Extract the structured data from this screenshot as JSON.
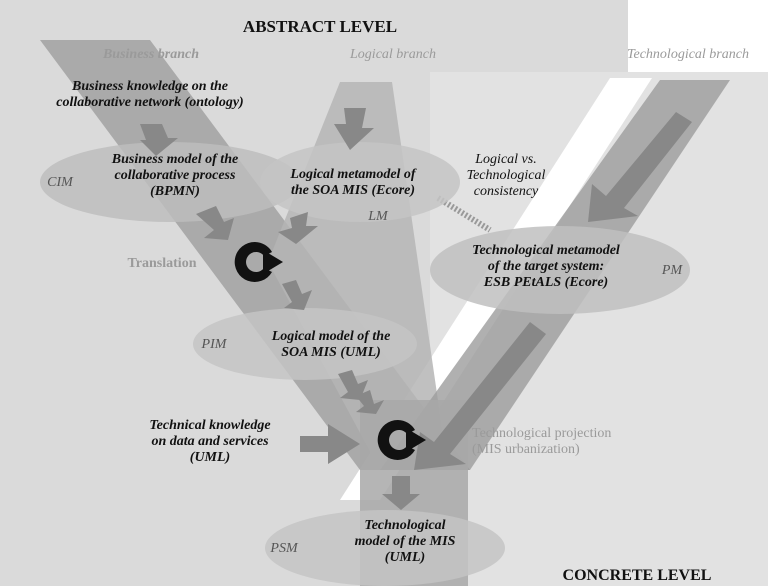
{
  "levels": {
    "abstract": "ABSTRACT LEVEL",
    "concrete": "CONCRETE LEVEL"
  },
  "branches": {
    "business": "Business branch",
    "logical": "Logical branch",
    "technological": "Technological branch"
  },
  "nodes": {
    "business_knowledge": "Business knowledge on the\ncollaborative network (ontology)",
    "business_model": "Business model of the\ncollaborative process\n(BPMN)",
    "logical_metamodel": "Logical metamodel of\nthe SOA MIS (Ecore)",
    "consistency": "Logical vs.\nTechnological\nconsistency",
    "technological_metamodel": "Technological metamodel\nof the target system:\nESB PEtALS (Ecore)",
    "logical_model": "Logical model of the\nSOA MIS (UML)",
    "technical_knowledge": "Technical knowledge\non data and services\n(UML)",
    "technological_model": "Technological\nmodel of the MIS\n(UML)"
  },
  "model_levels": {
    "cim": "CIM",
    "lm": "LM",
    "pm": "PM",
    "pim": "PIM",
    "psm": "PSM"
  },
  "operations": {
    "translation": "Translation",
    "projection": "Technological projection\n(MIS urbanization)"
  },
  "icons": {
    "transformation": "transformation-icon"
  },
  "colors": {
    "abstract_area": "#d4d4d4",
    "concrete_area": "#e0e0e0",
    "band_dark": "#9a9a9a",
    "band_mid": "#b2b2b2",
    "ellipse": "#bdbdbd",
    "arrow": "#888888",
    "text": "#111111",
    "muted_text": "#9a9a9a"
  }
}
